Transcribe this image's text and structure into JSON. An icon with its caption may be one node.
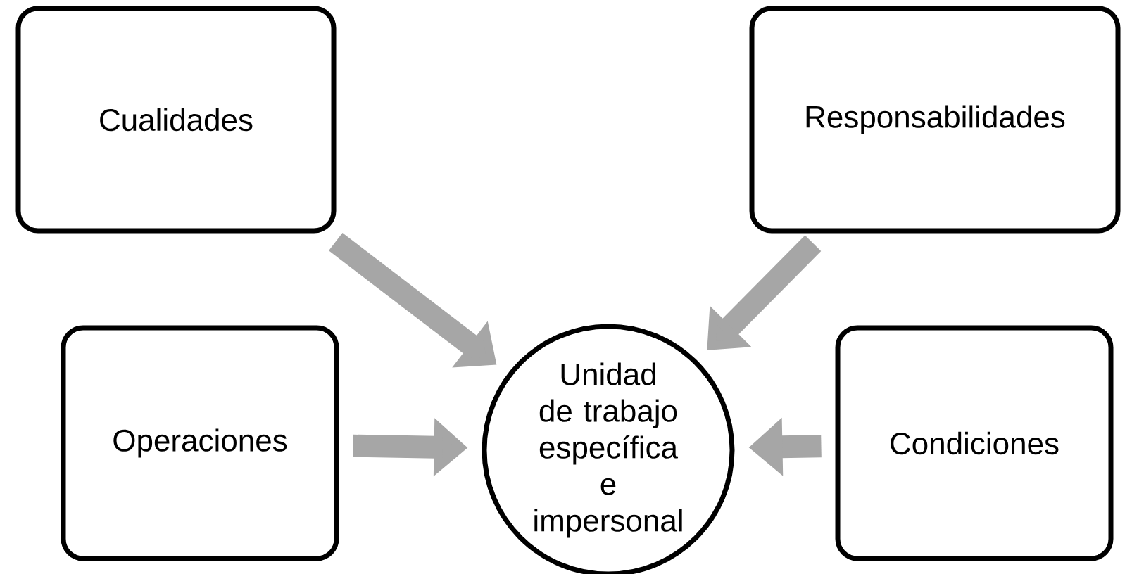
{
  "diagram": {
    "nodes": [
      {
        "text": [
          "Cualidades"
        ]
      },
      {
        "text": [
          "Responsabilidades"
        ]
      },
      {
        "text": [
          "Operaciones"
        ]
      },
      {
        "text": [
          "Unidad de trabajo específica e impersonal"
        ]
      },
      {
        "text": [
          "Condiciones"
        ]
      }
    ],
    "edges": [
      {
        "from": 0,
        "to": 3,
        "arrow": "to"
      },
      {
        "from": 1,
        "to": 3,
        "arrow": "to"
      },
      {
        "from": 2,
        "to": 3,
        "arrow": "to"
      },
      {
        "from": 4,
        "to": 3,
        "arrow": "to"
      }
    ]
  }
}
